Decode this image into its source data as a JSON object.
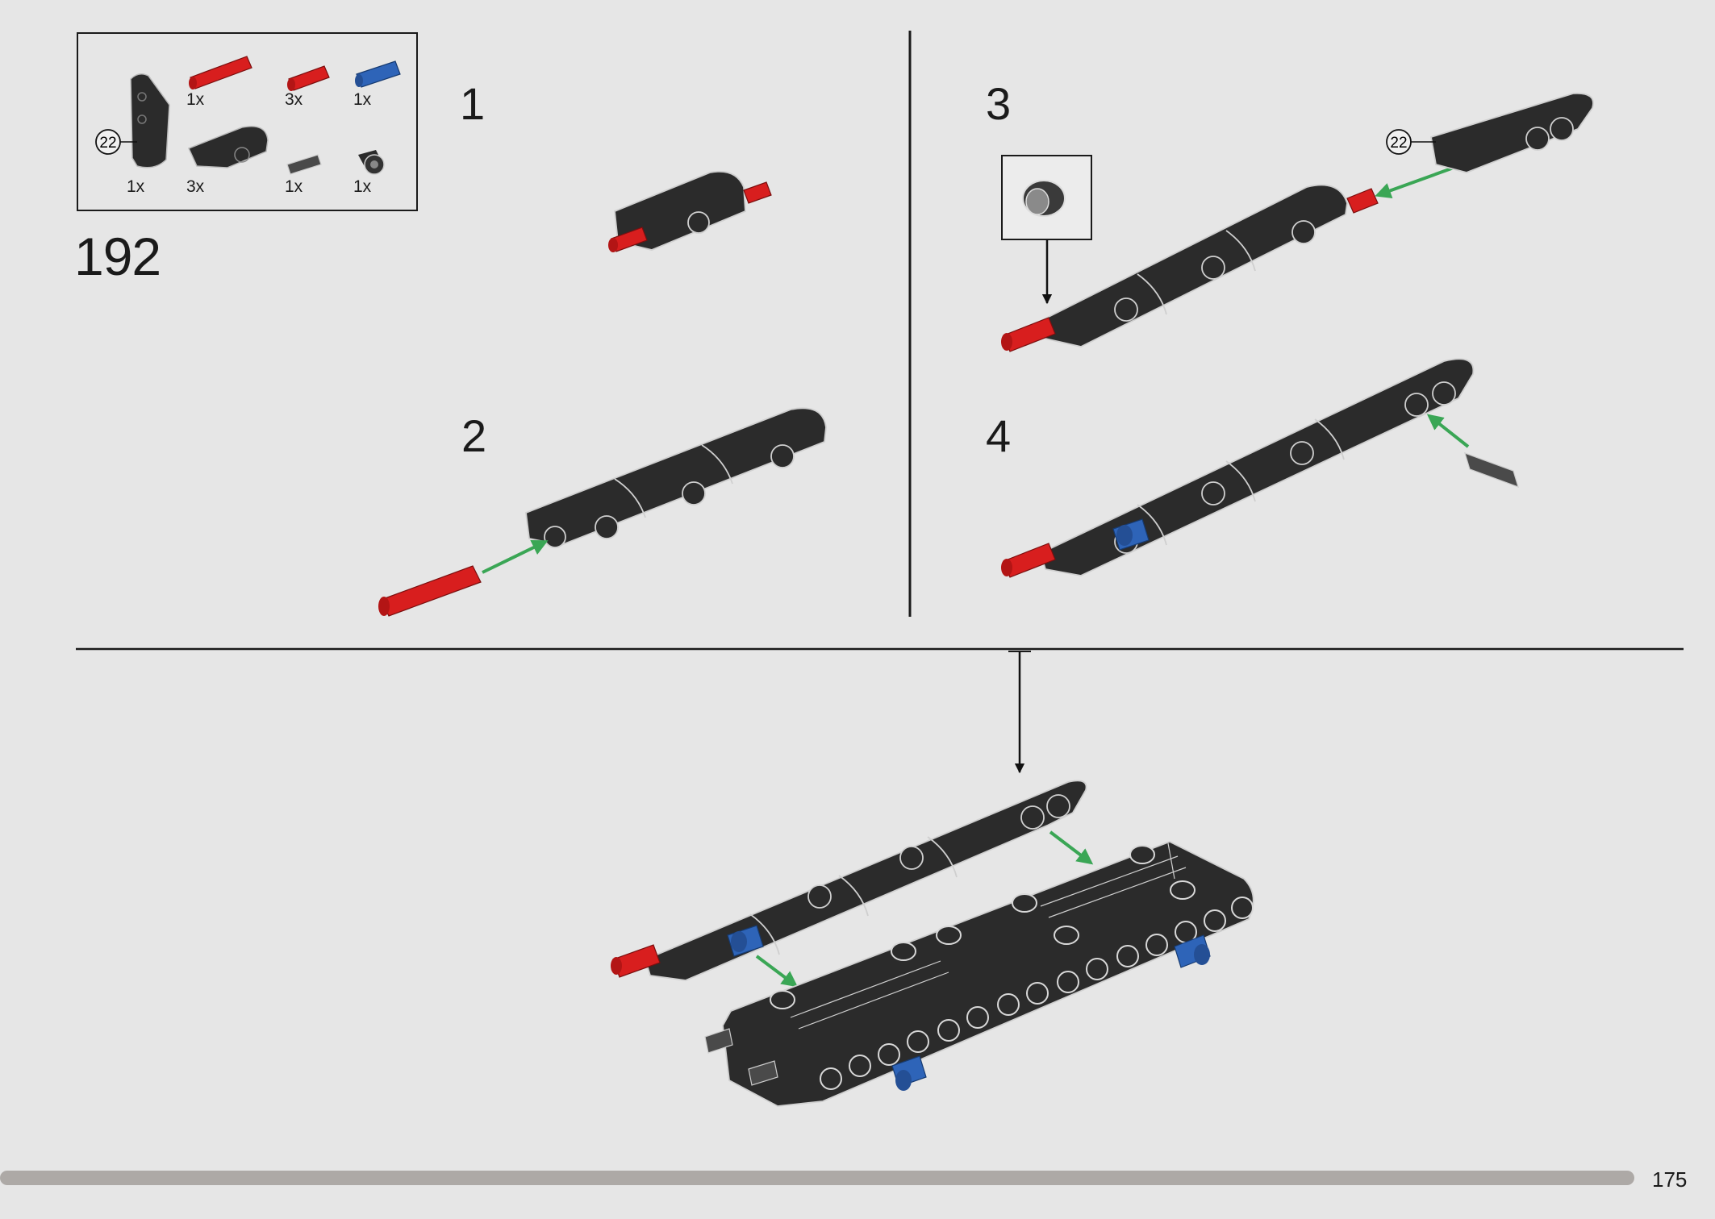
{
  "build_step": "192",
  "page_number": "175",
  "parts_list": [
    {
      "qty": "1x",
      "ref": "22",
      "part": "dark-bowed-panel-icon"
    },
    {
      "qty": "1x",
      "part": "red-pin-long-icon"
    },
    {
      "qty": "3x",
      "part": "red-pin-icon"
    },
    {
      "qty": "1x",
      "part": "blue-pin-icon"
    },
    {
      "qty": "3x",
      "part": "dark-curved-panel-icon"
    },
    {
      "qty": "1x",
      "part": "grey-pin-icon"
    },
    {
      "qty": "1x",
      "part": "dark-bush-icon"
    }
  ],
  "sub_steps": [
    "1",
    "2",
    "3",
    "4"
  ],
  "callouts": {
    "ref_22": "22"
  },
  "colors": {
    "background": "#e6e6e6",
    "panel": "#2b2b2b",
    "red_pin": "#d81e1e",
    "blue_pin": "#2e64b8",
    "arrow": "#3aa655",
    "progress_bar": "#ada9a6"
  },
  "progress": {
    "fraction": 0.955
  }
}
